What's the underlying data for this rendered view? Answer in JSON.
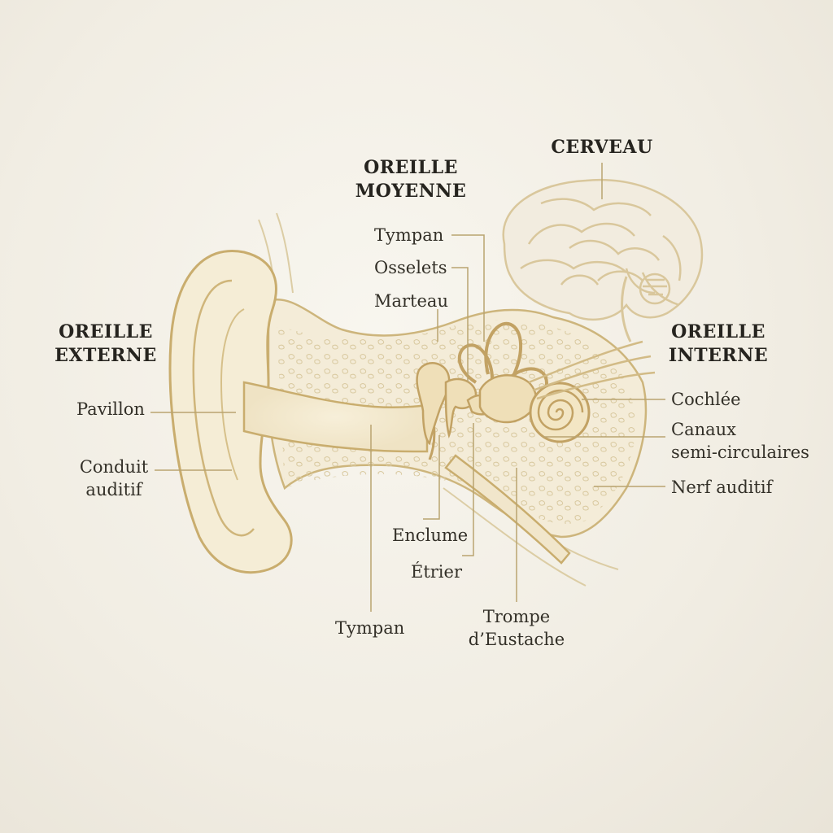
{
  "regions": {
    "outer": [
      "OREILLE",
      "EXTERNE"
    ],
    "middle": [
      "OREILLE",
      "MOYENNE"
    ],
    "brain": "CERVEAU",
    "inner": [
      "OREILLE",
      "INTERNE"
    ]
  },
  "labels": {
    "pavillon": "Pavillon",
    "conduit": [
      "Conduit",
      "auditif"
    ],
    "tympan_top": "Tympan",
    "osselets": "Osselets",
    "marteau": "Marteau",
    "enclume": "Enclume",
    "etrier": "Étrier",
    "tympan_bottom": "Tympan",
    "trompe": [
      "Trompe",
      "d’Eustache"
    ],
    "cochlee": "Cochlée",
    "canaux": [
      "Canaux",
      "semi-circulaires"
    ],
    "nerf": "Nerf auditif"
  },
  "colors": {
    "outline": "#c9ad6e",
    "fill": "#f3ead2",
    "leader": "#b9a470",
    "text": "#333028"
  }
}
